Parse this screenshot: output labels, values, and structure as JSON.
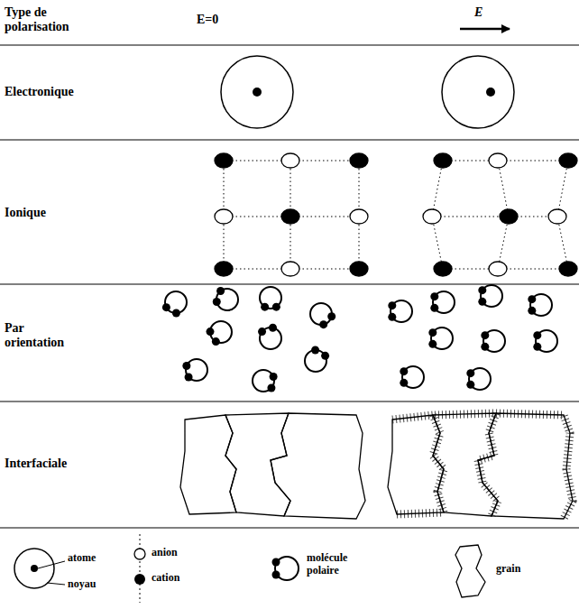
{
  "diagram": {
    "labels": [
      "Type de polarisation",
      "E=0",
      "E",
      "Electronique",
      "Ionique",
      "Par orientation",
      "Interfaciale"
    ],
    "legend": [
      {
        "text": "atome"
      },
      {
        "text": "noyau"
      },
      {
        "text": "anion"
      },
      {
        "text": "cation"
      },
      {
        "text": "molécule polaire"
      },
      {
        "text": "grain"
      }
    ]
  }
}
